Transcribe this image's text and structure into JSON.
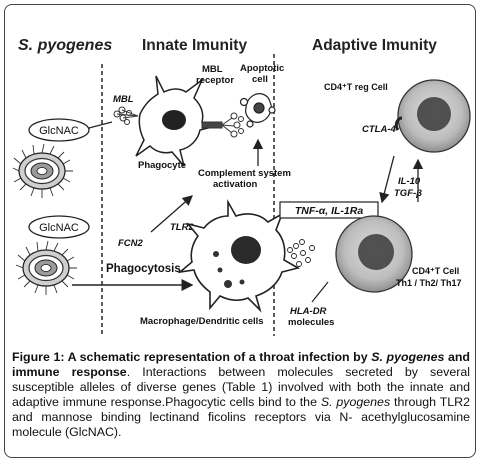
{
  "diagram": {
    "headings": {
      "pathogen": "S. pyogenes",
      "innate": "Innate Imunity",
      "adaptive": "Adaptive Imunity"
    },
    "labels": {
      "glcnac_top": "GlcNAC",
      "glcnac_bottom": "GlcNAC",
      "mbl": "MBL",
      "mbl_receptor_line1": "MBL",
      "mbl_receptor_line2": "receptor",
      "apoptotic_line1": "Apoptotic",
      "apoptotic_line2": "cell",
      "phagocyte": "Phagocyte",
      "complement_line1": "Complement system",
      "complement_line2": "activation",
      "fcn2": "FCN2",
      "tlr2": "TLR2",
      "phagocytosis": "Phagocytosis",
      "macrophage": "Macrophage/Dendritic cells",
      "treg": "CD4⁺T reg Cell",
      "ctla4": "CTLA-4",
      "tnf": "TNF-α, IL-1Ra",
      "il10": "IL-10",
      "tgfb": "TGF-β",
      "hladr_line1": "HLA-DR",
      "hladr_line2": "molecules",
      "cd4_line1": "CD4⁺T Cell",
      "cd4_line2": "Th1 / Th2/ Th17"
    }
  },
  "caption": {
    "label": "Figure 1:",
    "title_a": " A schematic representation of a throat infection by ",
    "title_species": "S. pyogenes",
    "title_b": " and immune response",
    "body_a": ". Interactions between molecules secreted by several susceptible alleles of diverse genes (Table 1) involved with both the innate and adaptive immune response.Phagocytic cells bind to the ",
    "body_species": "S. pyogenes",
    "body_b": " through TLR2 and mannose binding lectinand ficolins receptors via N- acethylglucosamine molecule (GlcNAC)."
  }
}
